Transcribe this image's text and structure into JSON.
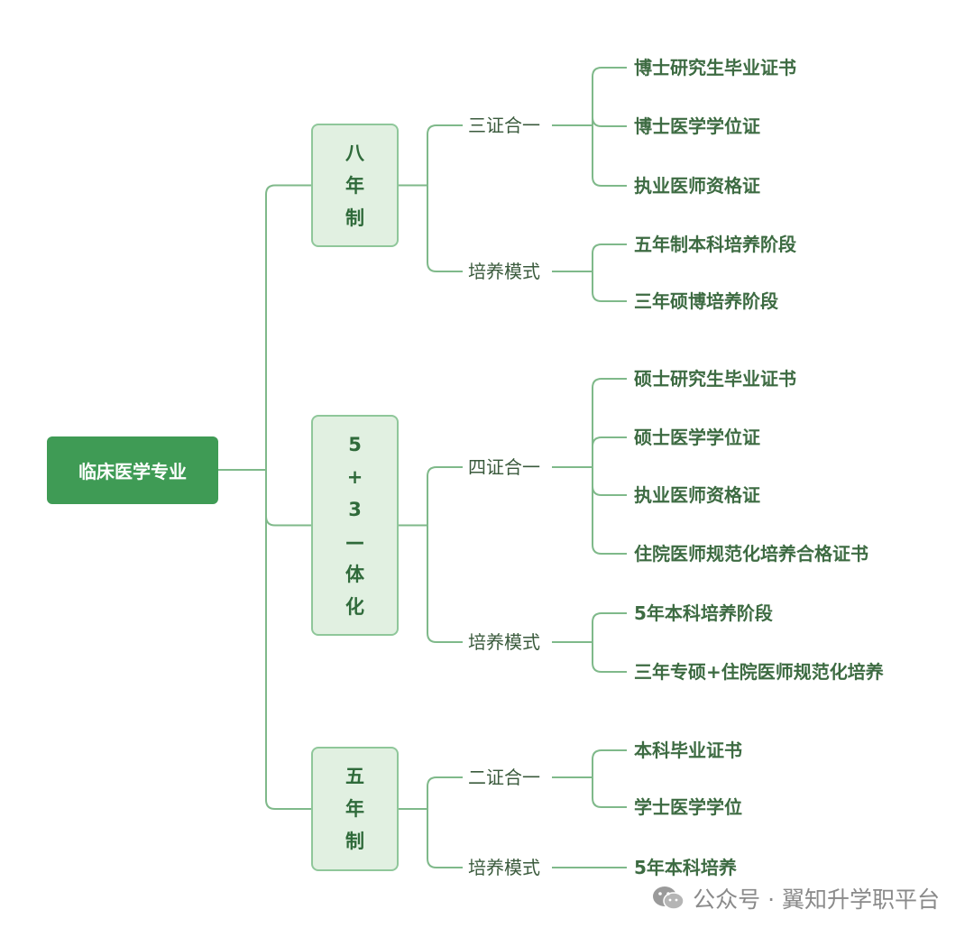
{
  "root": {
    "label": "临床医学专业"
  },
  "branches": [
    {
      "label_chars": [
        "八",
        "年",
        "制"
      ],
      "groups": [
        {
          "label": "三证合一",
          "leaves": [
            "博士研究生毕业证书",
            "博士医学学位证",
            "执业医师资格证"
          ]
        },
        {
          "label": "培养模式",
          "leaves": [
            "五年制本科培养阶段",
            "三年硕博培养阶段"
          ]
        }
      ]
    },
    {
      "label_chars": [
        "5",
        "+",
        "3",
        "—",
        "体",
        "化"
      ],
      "groups": [
        {
          "label": "四证合一",
          "leaves": [
            "硕士研究生毕业证书",
            "硕士医学学位证",
            "执业医师资格证",
            "住院医师规范化培养合格证书"
          ]
        },
        {
          "label": "培养模式",
          "leaves": [
            "5年本科培养阶段",
            "三年专硕+住院医师规范化培养"
          ]
        }
      ]
    },
    {
      "label_chars": [
        "五",
        "年",
        "制"
      ],
      "groups": [
        {
          "label": "二证合一",
          "leaves": [
            "本科毕业证书",
            "学士医学学位"
          ]
        },
        {
          "label": "培养模式",
          "leaves": [
            "5年本科培养"
          ]
        }
      ]
    }
  ],
  "colors": {
    "root_fill": "#3f9b55",
    "branch_fill": "#e1f0e1",
    "branch_border": "#8fc79a",
    "connector": "#7fb98a"
  },
  "watermark": {
    "icon": "wechat-icon",
    "text": "公众号 · 翼知升学职平台"
  }
}
